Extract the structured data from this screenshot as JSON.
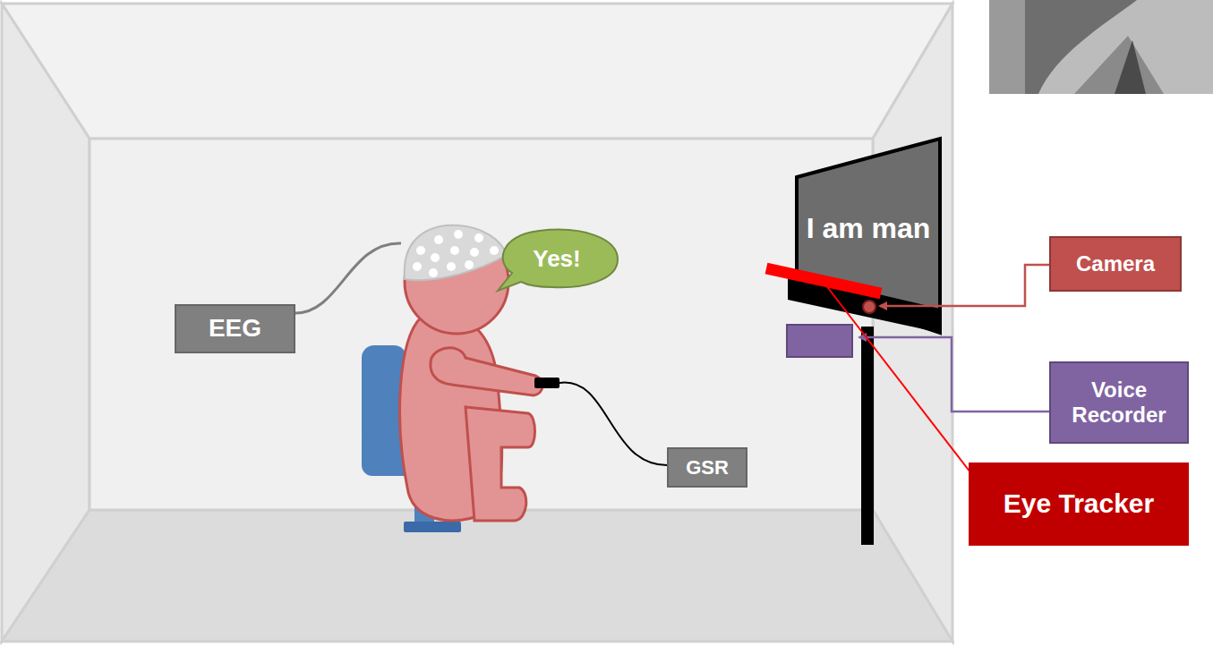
{
  "diagram": {
    "nodes": [
      {
        "text": [
          "I am man"
        ]
      },
      {
        "text": [
          "Yes!"
        ]
      },
      {
        "text": [
          "Camera"
        ]
      },
      {
        "text": [
          "EEG"
        ]
      },
      {
        "text": [
          "Voice Recorder"
        ]
      },
      {
        "text": [
          "GSR"
        ]
      },
      {
        "text": [
          "Eye Tracker"
        ]
      }
    ]
  }
}
